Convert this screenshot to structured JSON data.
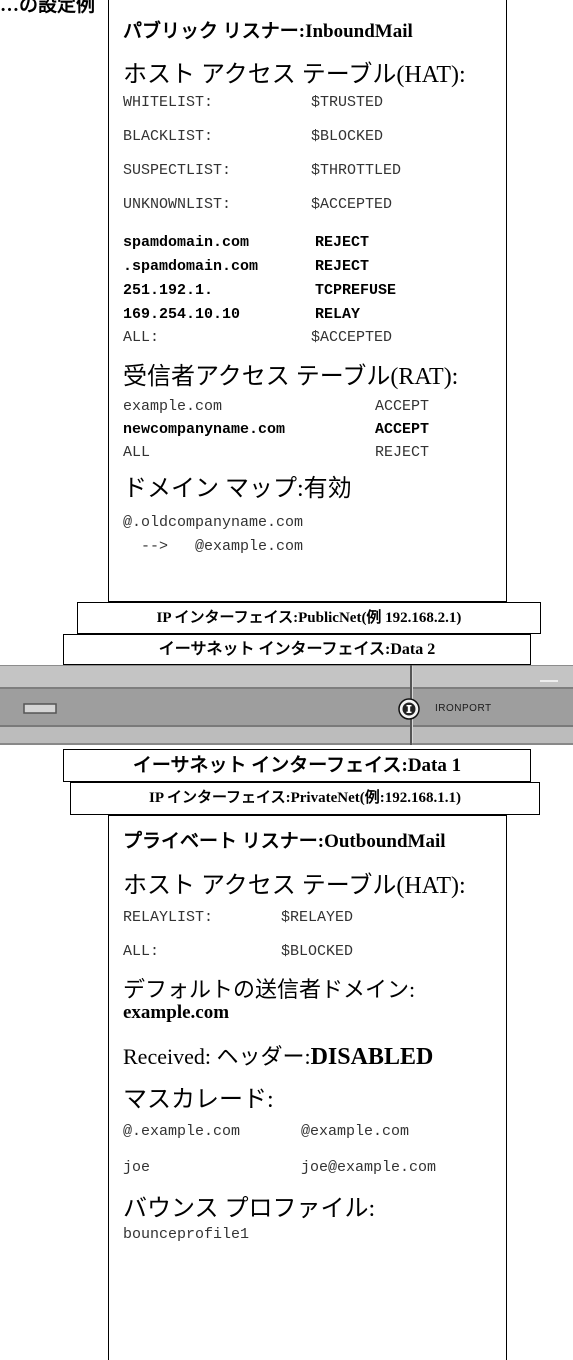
{
  "top_fragment": "…の設定例",
  "inbound": {
    "title": "パブリック リスナー:InboundMail",
    "hat_heading": "ホスト アクセス テーブル(HAT):",
    "hat_rows": [
      {
        "k": "WHITELIST:",
        "v": "$TRUSTED",
        "bold": false
      },
      {
        "k": "BLACKLIST:",
        "v": "$BLOCKED",
        "bold": false
      },
      {
        "k": "SUSPECTLIST:",
        "v": "$THROTTLED",
        "bold": false
      },
      {
        "k": "UNKNOWNLIST:",
        "v": "$ACCEPTED",
        "bold": false
      },
      {
        "k": "spamdomain.com",
        "v": "REJECT",
        "bold": true
      },
      {
        "k": ".spamdomain.com",
        "v": "REJECT",
        "bold": true
      },
      {
        "k": "251.192.1.",
        "v": "TCPREFUSE",
        "bold": true
      },
      {
        "k": "169.254.10.10",
        "v": "RELAY",
        "bold": true
      },
      {
        "k": "ALL:",
        "v": "$ACCEPTED",
        "bold": false
      }
    ],
    "rat_heading": "受信者アクセス テーブル(RAT):",
    "rat_rows": [
      {
        "k": "example.com",
        "v": "ACCEPT",
        "bold": false
      },
      {
        "k": "newcompanyname.com",
        "v": "ACCEPT",
        "bold": true
      },
      {
        "k": "ALL",
        "v": "REJECT",
        "bold": false
      }
    ],
    "domain_map_heading": "ドメイン マップ:有効",
    "domain_map_from": "@.oldcompanyname.com",
    "domain_map_to": "  -->   @example.com"
  },
  "ip_public": "IP インターフェイス:PublicNet(例 192.168.2.1)",
  "eth_data2": "イーサネット インターフェイス:Data 2",
  "appliance_brand": "IRONPORT",
  "eth_data1": "イーサネット インターフェイス:Data 1",
  "ip_private": "IP インターフェイス:PrivateNet(例:192.168.1.1)",
  "outbound": {
    "title": "プライベート リスナー:OutboundMail",
    "hat_heading": "ホスト アクセス テーブル(HAT):",
    "hat_rows": [
      {
        "k": "RELAYLIST:",
        "v": "$RELAYED"
      },
      {
        "k": "ALL:",
        "v": "$BLOCKED"
      }
    ],
    "default_domain_label": "デフォルトの送信者ドメイン:",
    "default_domain_value": "example.com",
    "received_label": "Received: ヘッダー:",
    "received_value": "DISABLED",
    "masquerade_heading": "マスカレード:",
    "masquerade_rows": [
      {
        "k": "@.example.com",
        "v": "@example.com"
      },
      {
        "k": "joe",
        "v": "joe@example.com"
      }
    ],
    "bounce_heading": "バウンス プロファイル:",
    "bounce_value": "bounceprofile1"
  }
}
